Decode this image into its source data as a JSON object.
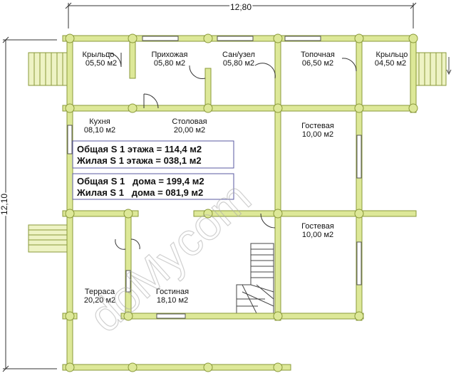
{
  "dimensions": {
    "width": "12,80",
    "height": "12,10"
  },
  "rooms": [
    {
      "key": "krylco-left",
      "name": "Крыльцо",
      "area": "05,50 м2"
    },
    {
      "key": "prihozhaya",
      "name": "Прихожая",
      "area": "05,80 м2"
    },
    {
      "key": "san-uzel",
      "name": "Сан/узел",
      "area": "05,80 м2"
    },
    {
      "key": "topochnaya",
      "name": "Топочная",
      "area": "06,50 м2"
    },
    {
      "key": "krylco-right",
      "name": "Крыльцо",
      "area": "04,50 м2"
    },
    {
      "key": "kuhnya",
      "name": "Кухня",
      "area": "08,10 м2"
    },
    {
      "key": "stolovaya",
      "name": "Столовая",
      "area": "20,00 м2"
    },
    {
      "key": "gostevaya-1",
      "name": "Гостевая",
      "area": "10,00 м2"
    },
    {
      "key": "gostevaya-2",
      "name": "Гостевая",
      "area": "10,00 м2"
    },
    {
      "key": "terrasa",
      "name": "Терраса",
      "area": "20,20 м2"
    },
    {
      "key": "gostinaya",
      "name": "Гостиная",
      "area": "18,10 м2"
    }
  ],
  "stats": [
    "Общая S 1 этажа = 114,4 м2",
    "Жилая S 1 этажа = 038,1 м2",
    "Общая S 1   дома = 199,4 м2",
    "Жилая S 1   дома = 081,9 м2"
  ],
  "watermark": "doMycom",
  "colors": {
    "wall": "#dde898",
    "wall_stroke": "#8a9a3a",
    "stats_border": "#5a5aa0",
    "dim_line": "#333333"
  }
}
